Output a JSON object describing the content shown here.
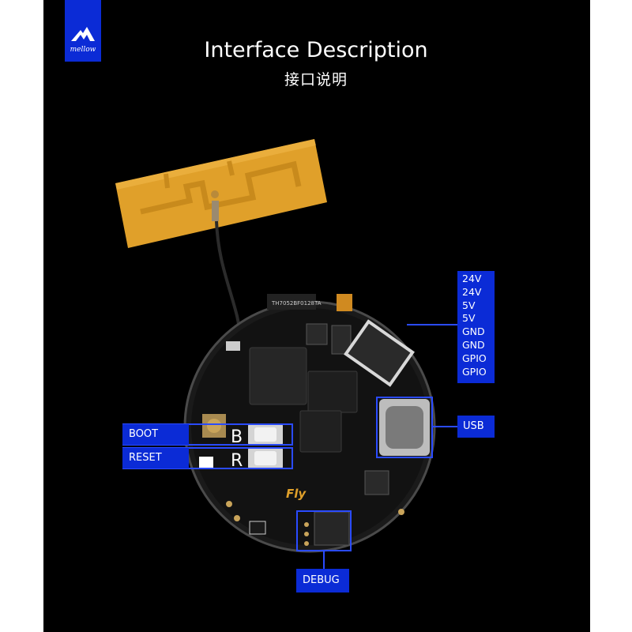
{
  "brand": {
    "logo_text": "mellow"
  },
  "header": {
    "title": "Interface Description",
    "subtitle": "接口说明"
  },
  "labels": {
    "boot": "BOOT",
    "reset": "RESET",
    "usb": "USB",
    "debug": "DEBUG"
  },
  "pins": [
    "24V",
    "24V",
    "5V",
    "5V",
    "GND",
    "GND",
    "GPIO",
    "GPIO"
  ],
  "board": {
    "silk_b": "B",
    "silk_r": "R",
    "silk_fly": "Fly",
    "silk_code": "TH7052BF0128TA"
  },
  "colors": {
    "accent": "#0b2bd6",
    "background": "#000000",
    "antenna": "#e0a02a"
  }
}
